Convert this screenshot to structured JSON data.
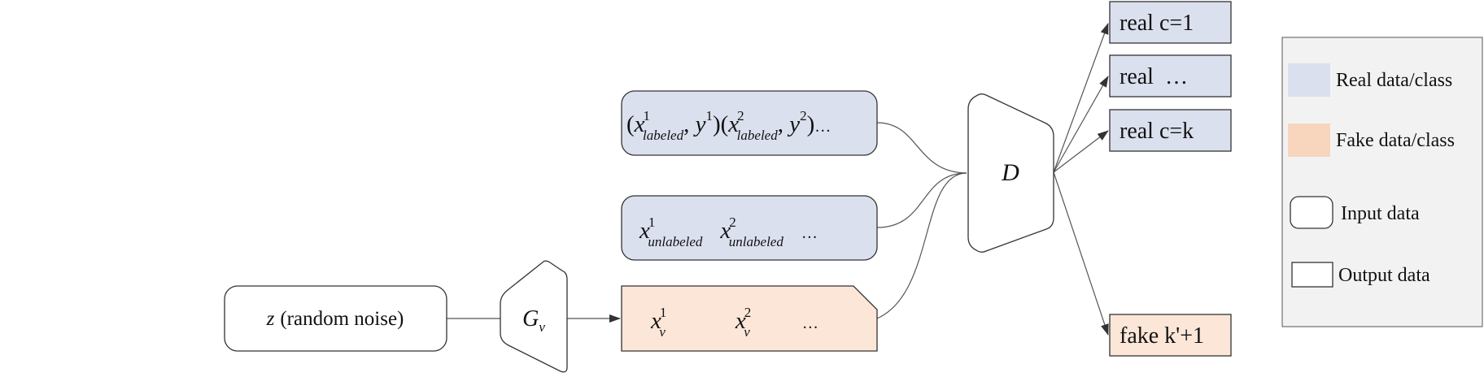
{
  "colors": {
    "real": "#dbe0ee",
    "fake": "#fbe6d8",
    "stroke": "#333333",
    "legend_bg": "#f2f2f2",
    "legend_fake": "#f8d5bd",
    "line": "#555555"
  },
  "noise": {
    "var": "z",
    "label": "(random noise)"
  },
  "generator": {
    "label": "G",
    "sub": "v"
  },
  "discriminator": {
    "label": "D"
  },
  "labeled": {
    "x": "x",
    "sub": "labeled",
    "sup1": "1",
    "sup2": "2",
    "y": "y",
    "ellipsis": "…"
  },
  "unlabeled": {
    "x": "x",
    "sub": "unlabeled",
    "sup1": "1",
    "sup2": "2",
    "ellipsis": "…"
  },
  "generated": {
    "x": "x",
    "sub": "v",
    "sup1": "1",
    "sup2": "2",
    "ellipsis": "…"
  },
  "outputs": {
    "real1": "real c=1",
    "realDots": "real  …",
    "realK": "real c=k",
    "fake": "fake k'+1"
  },
  "legend": {
    "real": "Real data/class",
    "fake": "Fake data/class",
    "input": "Input data",
    "output": "Output data"
  }
}
